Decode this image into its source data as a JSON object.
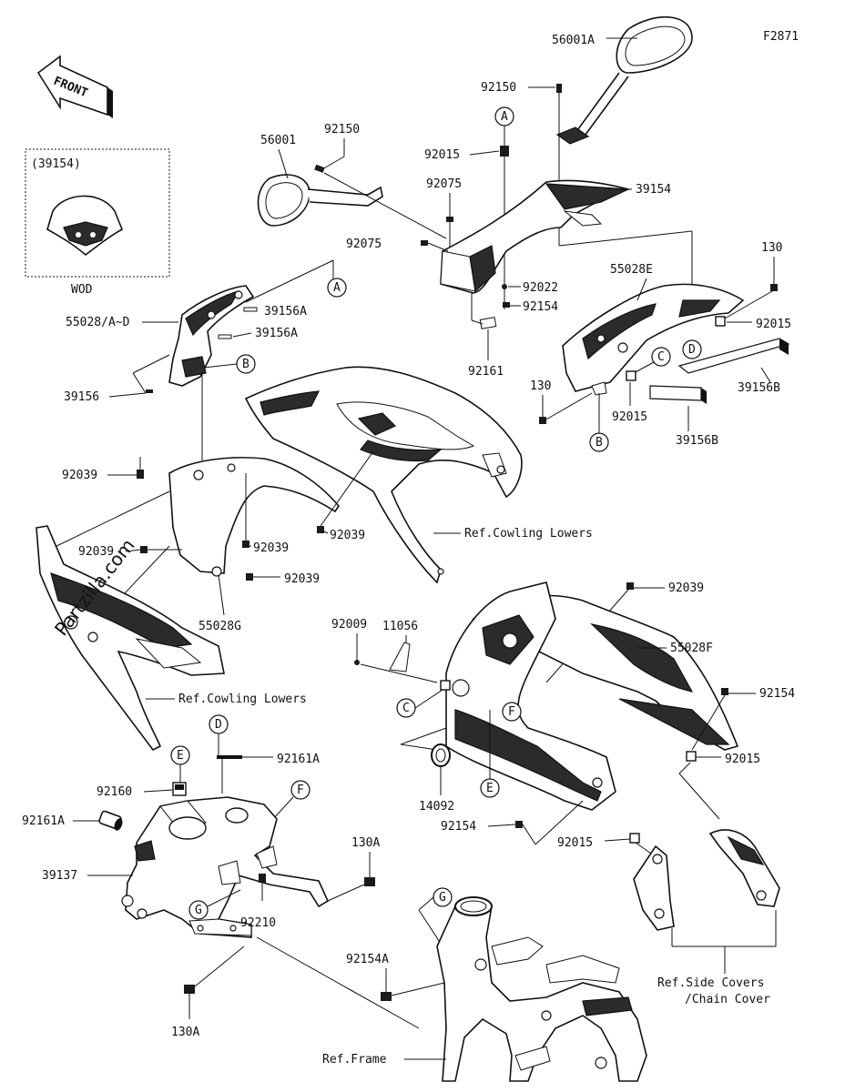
{
  "diagram_code": "F2871",
  "front_label": "FRONT",
  "inset": {
    "title": "(39154)",
    "caption": "WOD"
  },
  "watermark": "Partzilla.com",
  "part_labels": {
    "p56001A": "56001A",
    "p92150_top": "92150",
    "p56001": "56001",
    "p92150_left": "92150",
    "p92015_top": "92015",
    "p92075_a": "92075",
    "p39154": "39154",
    "p92075_b": "92075",
    "p92022": "92022",
    "p92154_top": "92154",
    "p92161": "92161",
    "p130_right": "130",
    "p55028E": "55028E",
    "p92015_d": "92015",
    "p39156B_a": "39156B",
    "p130_c": "130",
    "p92015_c": "92015",
    "p39156B_b": "39156B",
    "p55028AD": "55028/A~D",
    "p39156A_a": "39156A",
    "p39156A_b": "39156A",
    "p39156": "39156",
    "p92039_left": "92039",
    "p92039_mid": "92039",
    "p92039_a": "92039",
    "p92039_b": "92039",
    "p92039_c": "92039",
    "p55028G": "55028G",
    "p92039_right": "92039",
    "p92009": "92009",
    "p11056": "11056",
    "p55028F": "55028F",
    "p92154_right": "92154",
    "p92015_right": "92015",
    "p14092": "14092",
    "p92154_mid": "92154",
    "p92015_mid": "92015",
    "p92161A_top": "92161A",
    "p92160": "92160",
    "p92161A_left": "92161A",
    "p39137": "39137",
    "p92210": "92210",
    "p130A_right": "130A",
    "p130A_bottom": "130A",
    "p92154A": "92154A"
  },
  "references": {
    "cowling_lowers_1": "Ref.Cowling Lowers",
    "cowling_lowers_2": "Ref.Cowling Lowers",
    "side_covers_1": "Ref.Side Covers",
    "side_covers_2": "/Chain Cover",
    "frame": "Ref.Frame"
  },
  "callouts": {
    "A": "A",
    "B": "B",
    "C": "C",
    "D": "D",
    "E": "E",
    "F": "F",
    "G": "G"
  }
}
